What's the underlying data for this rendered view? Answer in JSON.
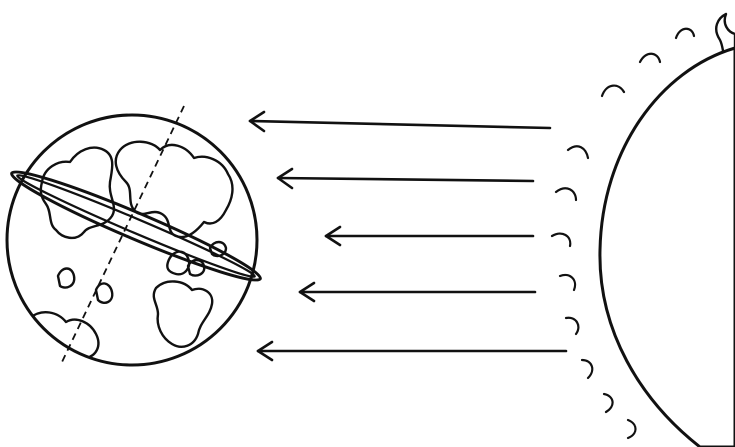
{
  "colors": {
    "ink": "#111111",
    "background": "#ffffff"
  },
  "icons": {
    "globe": "earth-icon",
    "sun": "sun-icon",
    "rays": "sun-ray-arrow"
  },
  "diagram": {
    "objects": [
      "earth-with-tilted-axis",
      "equator-ring",
      "sun-with-flames"
    ],
    "ray_count": 5
  }
}
